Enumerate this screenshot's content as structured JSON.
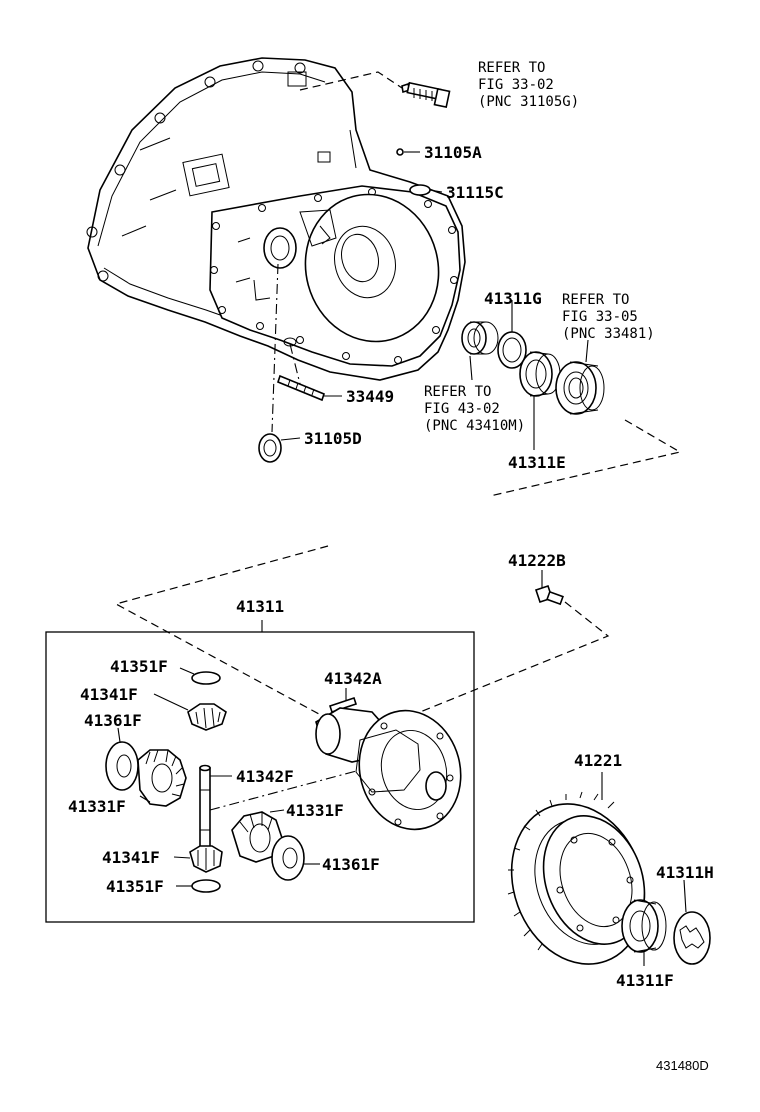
{
  "labels": {
    "p31105A": "31105A",
    "p31115C": "31115C",
    "p33449": "33449",
    "p31105D": "31105D",
    "p41311G": "41311G",
    "p41311E": "41311E",
    "p41222B": "41222B",
    "p41311": "41311",
    "p41351F_top": "41351F",
    "p41341F_top": "41341F",
    "p41361F_left": "41361F",
    "p41331F_left": "41331F",
    "p41342A": "41342A",
    "p41342F": "41342F",
    "p41331F_right": "41331F",
    "p41341F_bottom": "41341F",
    "p41361F_right": "41361F",
    "p41351F_bottom": "41351F",
    "p41221": "41221",
    "p41311H": "41311H",
    "p41311F": "41311F"
  },
  "refs": {
    "ref_bolt": [
      "REFER TO",
      "FIG 33-02",
      "(PNC 31105G)"
    ],
    "ref_bearing": [
      "REFER TO",
      "FIG 33-05",
      "(PNC 33481)"
    ],
    "ref_seal": [
      "REFER TO",
      "FIG 43-02",
      "(PNC 43410M)"
    ]
  },
  "figure_code": "431480D"
}
